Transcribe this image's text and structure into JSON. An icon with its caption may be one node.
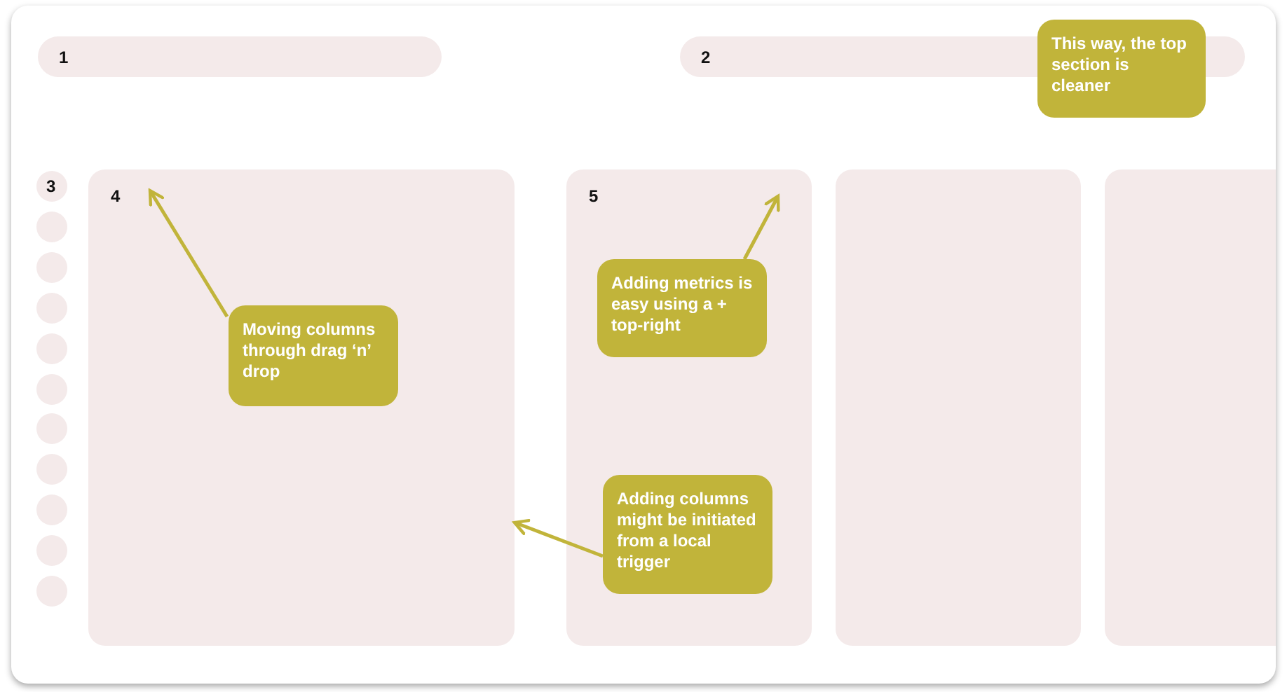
{
  "diagram": {
    "nodes": [
      {
        "text": [
          "1"
        ]
      },
      {
        "text": [
          "2"
        ]
      },
      {
        "text": [
          "3"
        ]
      },
      {
        "text": [],
        "shape": "circle"
      },
      {
        "text": [],
        "shape": "circle"
      },
      {
        "text": [],
        "shape": "circle"
      },
      {
        "text": [],
        "shape": "circle"
      },
      {
        "text": [],
        "shape": "circle"
      },
      {
        "text": [],
        "shape": "circle"
      },
      {
        "text": [],
        "shape": "circle"
      },
      {
        "text": [],
        "shape": "circle"
      },
      {
        "text": [],
        "shape": "circle"
      },
      {
        "text": [],
        "shape": "circle"
      },
      {
        "text": [
          "4"
        ]
      },
      {
        "text": [
          "5"
        ]
      },
      {
        "text": [],
        "shape": "box"
      },
      {
        "text": [],
        "shape": "box"
      },
      {
        "text": [
          "This way, the top section is cleaner"
        ]
      },
      {
        "text": [
          "Moving columns through drag ‘n’ drop"
        ],
        "in": 13
      },
      {
        "text": [
          "Adding metrics is easy using a + top-right"
        ],
        "in": 14
      },
      {
        "text": [
          "Adding columns might be initiated from a local trigger"
        ],
        "in": 14
      }
    ],
    "edges": [
      {
        "from": 18,
        "to": null,
        "arrow": "to"
      },
      {
        "from": 19,
        "to": null,
        "arrow": "to"
      },
      {
        "from": 20,
        "to": 13,
        "arrow": "to"
      }
    ]
  }
}
